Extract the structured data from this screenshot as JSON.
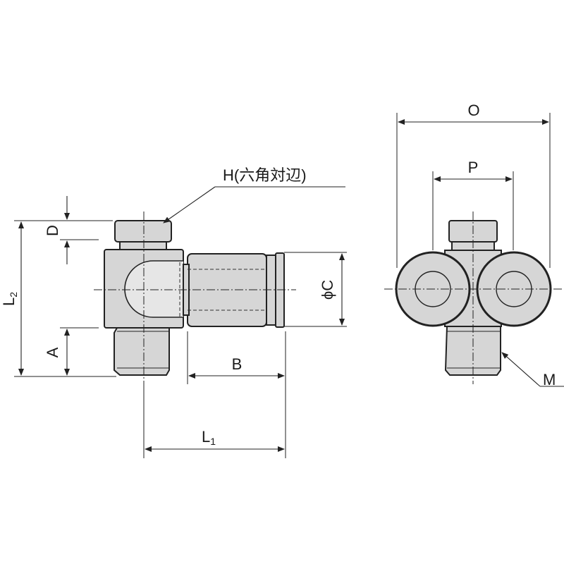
{
  "labels": {
    "hex": "H(六角対辺)",
    "D": "D",
    "L2_main": "L",
    "L2_sub": "2",
    "A": "A",
    "B": "B",
    "L1_main": "L",
    "L1_sub": "1",
    "phiC": "ϕC",
    "O": "O",
    "P": "P",
    "M": "M"
  },
  "colors": {
    "body_fill": "#d6d6d6",
    "line": "#222222",
    "background": "#ffffff"
  }
}
